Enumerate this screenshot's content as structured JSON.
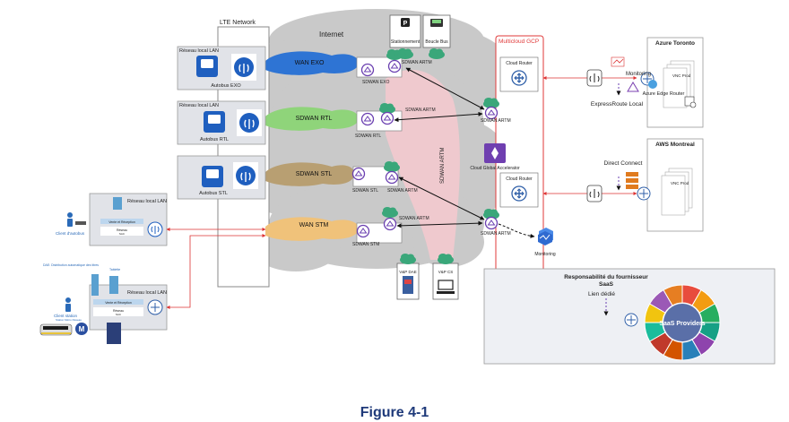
{
  "caption": "Figure 4-1",
  "lte": {
    "title": "LTE Network"
  },
  "internet": {
    "title": "Internet"
  },
  "sites": {
    "exo": {
      "lan": "Réseau local LAN",
      "bus": "Autobus EXO"
    },
    "rtl": {
      "lan": "Réseau local LAN",
      "bus": "Autobus RTL"
    },
    "stl": {
      "bus": "Autobus STL"
    },
    "client_bus": {
      "lan": "Réseau local LAN",
      "client": "Client d'autobus",
      "sale": "Vente et Réception",
      "net": "Réseau",
      "sub": "SAC"
    },
    "client_train": {
      "lan": "Réseau local LAN",
      "dae": "DAE: Distribution automatique des titres",
      "tablette": "Tablette",
      "client": "Client station",
      "sub": "Station Métro Réseau",
      "sale": "Vente et Réception",
      "net": "Réseau",
      "sac": "SAC"
    }
  },
  "wan": {
    "exo": "WAN EXO",
    "rtl": "SDWAN RTL",
    "stl": "SDWAN STL",
    "stm": "WAN STM"
  },
  "sdwan": {
    "exo": "SDWAN EXO",
    "rtl": "SDWAN RTL",
    "stl": "SDWAN STL",
    "stm": "SDWAN STM",
    "artm": "SDWAN ARTM",
    "artm_vertical": "SDWAN ARTM"
  },
  "top_boxes": {
    "parking": "Stationnement",
    "boucle": "Boucle Bus"
  },
  "bottom_devices": {
    "dae": "V&P DAE",
    "cs": "V&P CS"
  },
  "gcp": {
    "title": "Multicloud GCP",
    "router": "Cloud Router",
    "accelerator": "Cloud Global Accelerator",
    "monitoring": "Monitoring"
  },
  "azure": {
    "title": "Azure Toronto",
    "monitoring": "Monitoring",
    "edge": "Azure Edge Router",
    "expressroute": "ExpressRoute Local",
    "vnc": "VNC Prod"
  },
  "aws": {
    "title": "AWS Montreal",
    "direct_connect": "Direct Connect",
    "vnc": "VNC Prod"
  },
  "saas": {
    "title_line1": "Responsabilité du fournisseur",
    "title_line2": "SaaS",
    "link": "Lien dédié",
    "providers": "SaaS Providers"
  },
  "colors": {
    "cloud": "#c9c9c9",
    "artm_path": "#f6c9cf",
    "exo_wan": "#2e74d4",
    "rtl_wan": "#8fd47a",
    "stl_wan": "#b89f72",
    "stm_wan": "#f0c27a",
    "gcp_border": "#e03a3a",
    "site_bg": "#e1e3e8",
    "saas_bg": "#eef0f4"
  }
}
